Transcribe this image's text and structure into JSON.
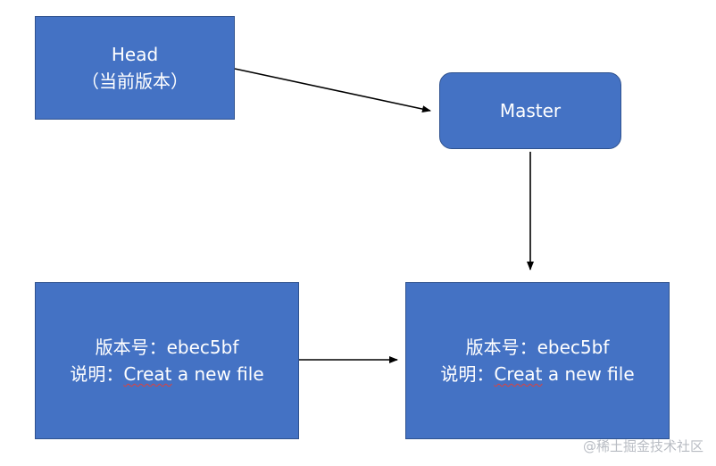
{
  "nodes": {
    "head": {
      "line1": "Head",
      "line2": "（当前版本）"
    },
    "master": {
      "label": "Master"
    },
    "commit_left": {
      "version_label": "版本号：",
      "version_value": "ebec5bf",
      "desc_label": "说明：",
      "desc_word": "Creat",
      "desc_rest": " a new file"
    },
    "commit_right": {
      "version_label": "版本号：",
      "version_value": "ebec5bf",
      "desc_label": "说明：",
      "desc_word": "Creat",
      "desc_rest": " a new file"
    }
  },
  "colors": {
    "box_fill": "#4472c4",
    "box_border": "#2f528f",
    "box_text": "#ffffff",
    "arrow": "#000000",
    "spellcheck_underline": "#e0413a"
  },
  "watermark": "@稀土掘金技术社区"
}
